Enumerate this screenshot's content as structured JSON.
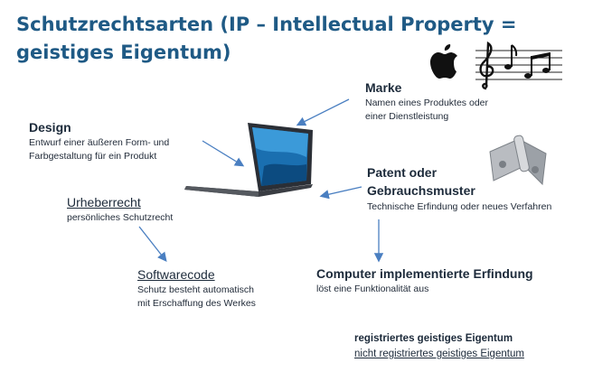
{
  "title": {
    "line1": "Schutzrechtsarten (IP – Intellectual Property =",
    "line2": "geistiges Eigentum)"
  },
  "icons": {
    "brand": "apple-logo-icon",
    "music": "music-notes-icon",
    "device": "laptop-icon",
    "patent": "metal-hinge-icon"
  },
  "nodes": {
    "design": {
      "title": "Design",
      "desc": [
        "Entwurf einer äußeren Form- und",
        "Farbgestaltung für ein Produkt"
      ]
    },
    "marke": {
      "title": "Marke",
      "desc": [
        "Namen eines Produktes oder",
        "einer Dienstleistung"
      ]
    },
    "patent": {
      "title": [
        "Patent oder",
        "Gebrauchsmuster"
      ],
      "desc": [
        "Technische Erfindung oder neues Verfahren"
      ]
    },
    "urheberrecht": {
      "title": "Urheberrecht",
      "desc": [
        "persönliches Schutzrecht"
      ]
    },
    "softwarecode": {
      "title": "Softwarecode",
      "desc": [
        "Schutz besteht automatisch",
        "mit Erschaffung des Werkes"
      ]
    },
    "computer": {
      "title": "Computer implementierte Erfindung",
      "desc": [
        "löst eine Funktionalität aus"
      ]
    }
  },
  "legend": {
    "registered": "registriertes geistiges Eigentum",
    "unregistered": "nicht registriertes geistiges Eigentum"
  },
  "colors": {
    "title": "#1f5a85",
    "arrow": "#4a7fc1",
    "text": "#1c2a3a"
  }
}
